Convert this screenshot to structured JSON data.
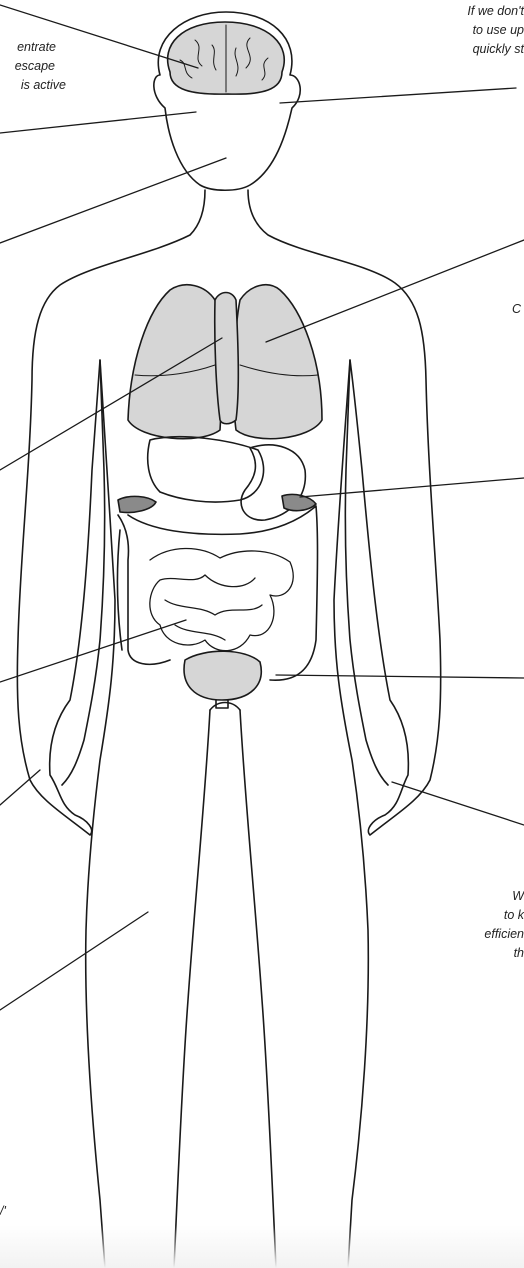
{
  "annotations": {
    "top_left": [
      "entrate",
      "escape",
      "is active"
    ],
    "top_right": [
      "If we don't",
      "to use up",
      "quickly st"
    ],
    "lungs_right": [
      "C"
    ],
    "mid_right": [
      "W",
      "to k",
      "efficien",
      "th"
    ],
    "bottom_left": [
      "/'"
    ]
  },
  "colors": {
    "outline": "#1a1a1a",
    "organ_fill": "#d6d6d6",
    "dark_organ": "#8a8a8a",
    "background": "#ffffff"
  }
}
